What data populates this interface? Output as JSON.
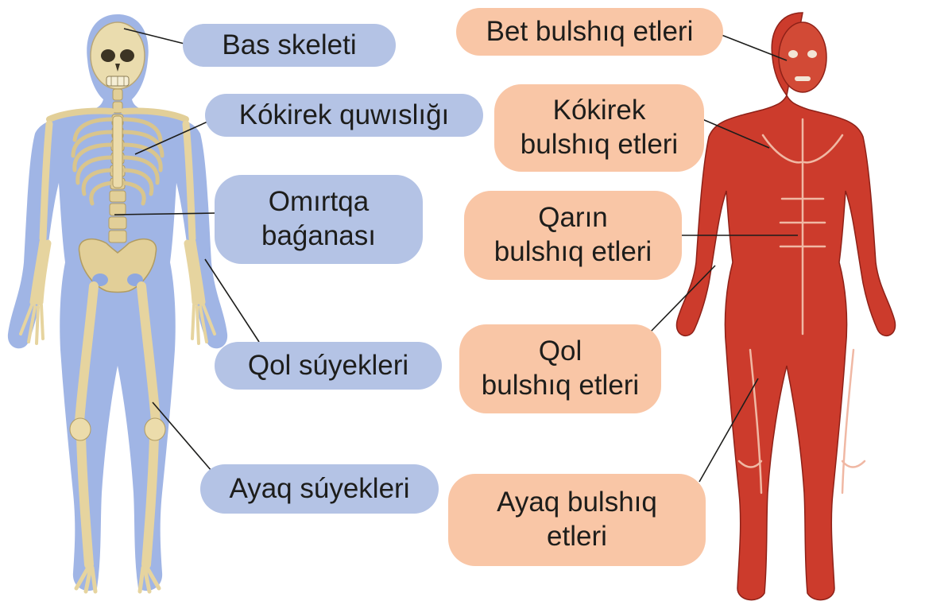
{
  "colors": {
    "skeleton_label_bg": "#b4c3e5",
    "muscle_label_bg": "#f9c6a6",
    "text": "#1d1d1b",
    "body_outline": "#8aa3dc",
    "bone": "#e9d7a5",
    "muscle": "#c9392b"
  },
  "figures": {
    "skeleton": "human-skeleton-figure",
    "muscles": "human-muscle-figure"
  },
  "skeleton_labels": {
    "skull": "Bas skeleti",
    "ribcage": "Kókirek quwıslığı",
    "spine": "Omırtqa\nbaǵanası",
    "arm_bones": "Qol súyekleri",
    "leg_bones": "Ayaq súyekleri"
  },
  "muscle_labels": {
    "face": "Bet bulshıq etleri",
    "chest": "Kókirek\nbulshıq etleri",
    "abdomen": "Qarın\nbulshıq etleri",
    "arm": "Qol\nbulshıq etleri",
    "leg": "Ayaq bulshıq\netleri"
  }
}
